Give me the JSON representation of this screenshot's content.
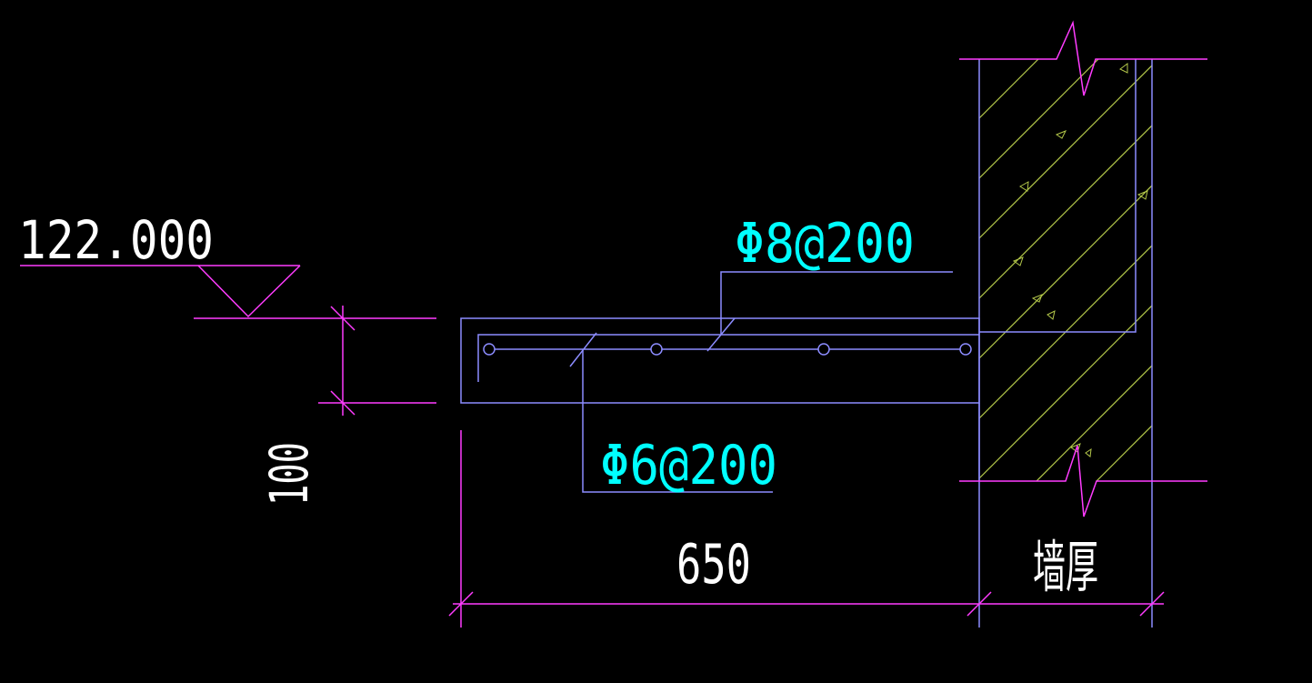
{
  "drawing": {
    "elevation_label": "122.000",
    "slab_thickness_label": "100",
    "slab_length_label": "650",
    "wall_thickness_label": "墙厚",
    "top_rebar_label": "Φ8@200",
    "bottom_rebar_label": "Φ6@200"
  },
  "colors": {
    "background": "#000000",
    "dimension": "#ff3cff",
    "outline": "#8c8cff",
    "rebar_label": "#00ffff",
    "text": "#ffffff",
    "hatch": "#b4c84a"
  }
}
